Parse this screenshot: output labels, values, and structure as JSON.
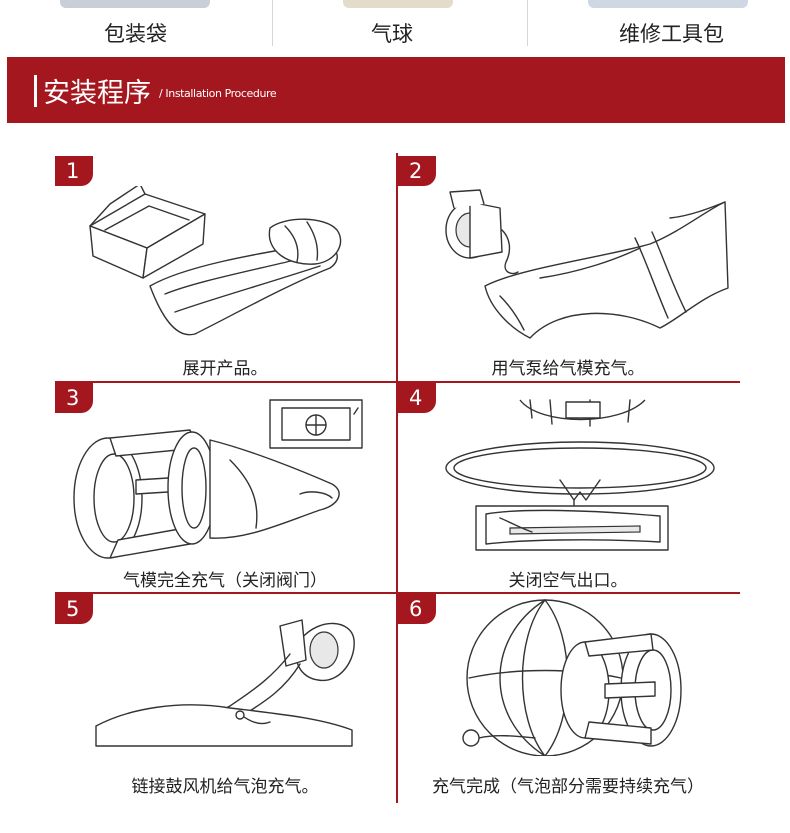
{
  "header_tabs": [
    {
      "label": "包装袋"
    },
    {
      "label": "气球"
    },
    {
      "label": "维修工具包"
    }
  ],
  "section": {
    "title": "安装程序",
    "subtitle": "/ Installation Procedure"
  },
  "steps": [
    {
      "number": "1",
      "caption": "展开产品。"
    },
    {
      "number": "2",
      "caption": "用气泵给气模充气。"
    },
    {
      "number": "3",
      "caption": "气模完全充气（关闭阀门）"
    },
    {
      "number": "4",
      "caption": "关闭空气出口。"
    },
    {
      "number": "5",
      "caption": "链接鼓风机给气泡充气。"
    },
    {
      "number": "6",
      "caption": "充气完成（气泡部分需要持续充气）"
    }
  ],
  "colors": {
    "accent": "#a5171f",
    "text": "#222222"
  }
}
